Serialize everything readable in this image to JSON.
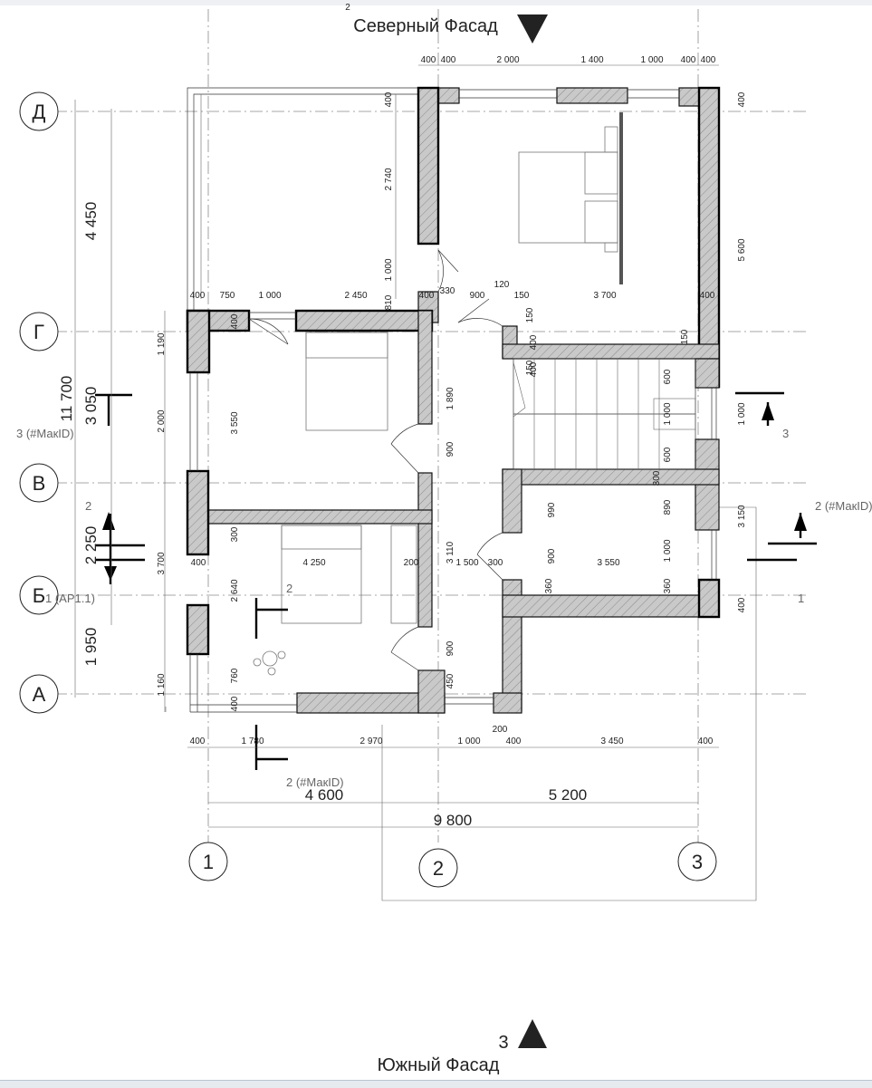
{
  "title_top": "Северный Фасад",
  "title_top_number": "2",
  "title_bottom": "Южный Фасад",
  "title_bottom_number": "3",
  "axes": {
    "rows": [
      "Д",
      "Г",
      "В",
      "Б",
      "А"
    ],
    "cols": [
      "1",
      "2",
      "3"
    ]
  },
  "left_dims": {
    "d1": "4 450",
    "d2": "3 050",
    "total": "11 700",
    "d3": "2 250",
    "d4": "1 950",
    "s1": "1 190",
    "s2": "2 000",
    "s3": "3 550",
    "s4": "3 700",
    "s5": "1 160",
    "s6": "300",
    "s7": "2 640",
    "s8": "760",
    "s9": "400",
    "s10": "400"
  },
  "bottom_dims": {
    "d1": "4 600",
    "d2": "5 200",
    "total": "9 800",
    "r1": "400",
    "r2": "1 780",
    "r3": "2 970",
    "r4": "1 000",
    "r5": "400",
    "r6": "3 450",
    "r7": "400",
    "r8": "200"
  },
  "top_dims": {
    "t1": "400",
    "t2": "400",
    "t3": "2 000",
    "t4": "1 400",
    "t5": "1 000",
    "t6": "400",
    "t7": "400"
  },
  "inner_dims": {
    "a1": "400",
    "a2": "2 740",
    "a3": "1 000",
    "a4": "810",
    "a5": "5 600",
    "a6": "400",
    "g1": "400",
    "g2": "750",
    "g3": "1 000",
    "g4": "2 450",
    "g5": "400",
    "g6": "330",
    "g7": "900",
    "g8": "120",
    "g9": "150",
    "g10": "3 700",
    "g11": "400",
    "h1": "400",
    "h2": "150",
    "h3": "400",
    "h4": "150",
    "h5": "1 890",
    "h6": "900",
    "h7": "150",
    "h8": "600",
    "h9": "1 000",
    "h10": "600",
    "h11": "1 000",
    "h12": "300",
    "h13": "3 110",
    "h14": "990",
    "h15": "890",
    "h16": "900",
    "h17": "1 000",
    "h18": "3 150",
    "b1": "400",
    "b2": "4 250",
    "b3": "200",
    "b4": "1 500",
    "b5": "300",
    "b6": "3 550",
    "b7": "360",
    "b8": "360",
    "b9": "400",
    "b10": "900",
    "b11": "450"
  },
  "section_refs": {
    "left_ref": "3 (#МакID)",
    "left_ref2": "2",
    "left_ref3": "1 (АР1.1)",
    "right_ref": "3",
    "right_ref2": "2 (#МакID)",
    "right_ref3": "1",
    "bottom_ref": "2 (#МакID)",
    "mid_ref": "2"
  }
}
